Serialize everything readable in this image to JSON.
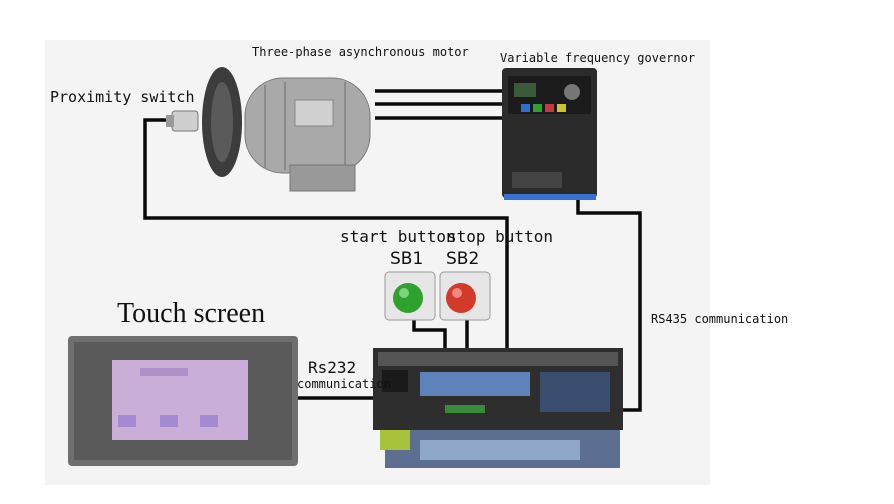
{
  "labels": {
    "motor": "Three-phase asynchronous motor",
    "governor": "Variable frequency governor",
    "proximity": "Proximity switch",
    "start_button": "start button",
    "stop_button": "stop button",
    "sb1": "SB1",
    "sb2": "SB2",
    "touch_screen": "Touch screen",
    "rs232_line1": "Rs232",
    "rs232_line2": "communication",
    "rs435": "RS435 communication"
  },
  "colors": {
    "wire": "#0a0a0a",
    "motor_body": "#a9a9a9",
    "vfd_body": "#2b2b2b",
    "plc_body": "#2e2e2e",
    "start_button": "#2fa12f",
    "stop_button": "#d23a2a",
    "screen_frame": "#6f6f6f",
    "screen_display": "#c9aed8"
  }
}
